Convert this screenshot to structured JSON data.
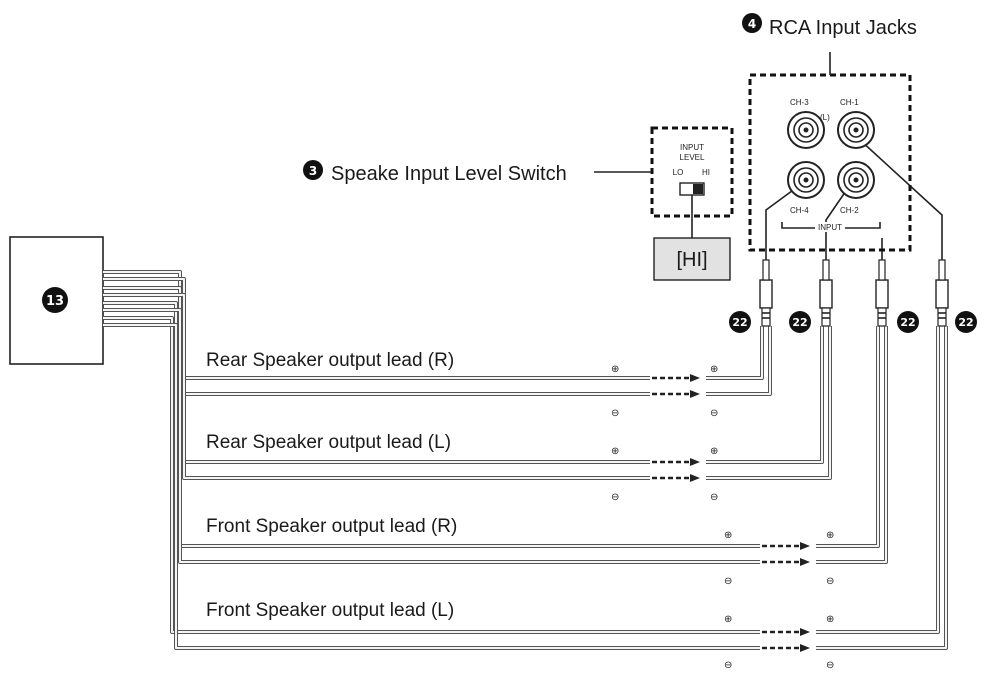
{
  "unit_label": "13",
  "rca_section": {
    "badge": "4",
    "title": "RCA Input Jacks"
  },
  "switch_section": {
    "badge": "3",
    "title": "Speake Input Level Switch",
    "setting": "[HI]"
  },
  "switch_panel": {
    "line1": "INPUT",
    "line2": "LEVEL",
    "lo": "LO",
    "hi": "HI"
  },
  "jack_panel": {
    "ch3": "CH-3",
    "ch1": "CH-1",
    "ch4": "CH-4",
    "ch2": "CH-2",
    "l": "(L)",
    "input": "INPUT"
  },
  "plug_badge": "22",
  "plus_symbol": "⊕",
  "minus_symbol": "⊖",
  "leads": [
    "Rear Speaker output lead (R)",
    "Rear Speaker output lead (L)",
    "Front Speaker output lead (R)",
    "Front Speaker output lead (L)"
  ]
}
